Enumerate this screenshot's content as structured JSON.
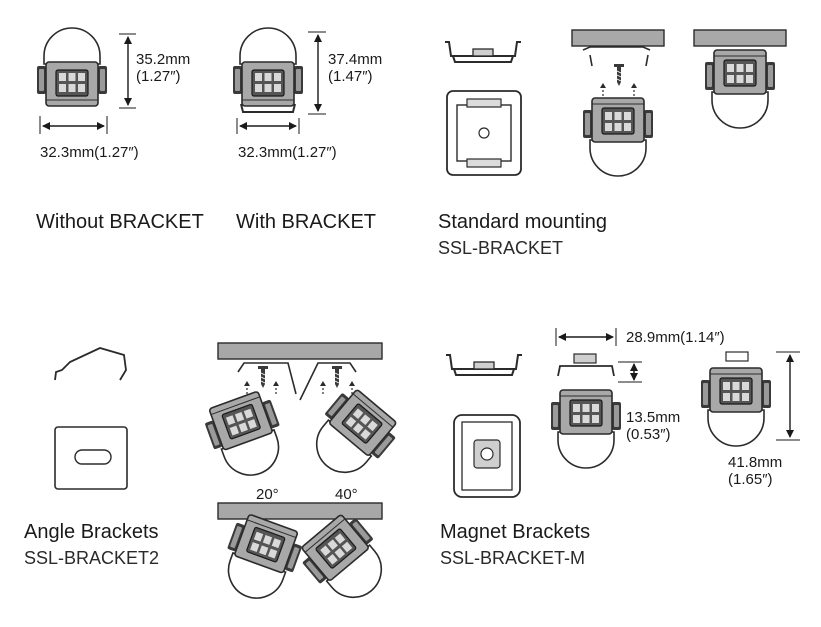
{
  "sections": {
    "without_bracket": {
      "caption": "Without BRACKET",
      "height_mm": "35.2mm",
      "height_in": "(1.27″)",
      "width": "32.3mm(1.27″)"
    },
    "with_bracket": {
      "caption": "With BRACKET",
      "height_mm": "37.4mm",
      "height_in": "(1.47″)",
      "width": "32.3mm(1.27″)"
    },
    "standard_mounting": {
      "caption": "Standard mounting",
      "model": "SSL-BRACKET"
    },
    "angle_brackets": {
      "caption": "Angle Brackets",
      "model": "SSL-BRACKET2",
      "angle_a": "20°",
      "angle_b": "40°"
    },
    "magnet_brackets": {
      "caption": "Magnet Brackets",
      "model": "SSL-BRACKET-M",
      "width": "28.9mm(1.14″)",
      "offset_mm": "13.5mm",
      "offset_in": "(0.53″)",
      "height_mm": "41.8mm",
      "height_in": "(1.65″)"
    }
  }
}
